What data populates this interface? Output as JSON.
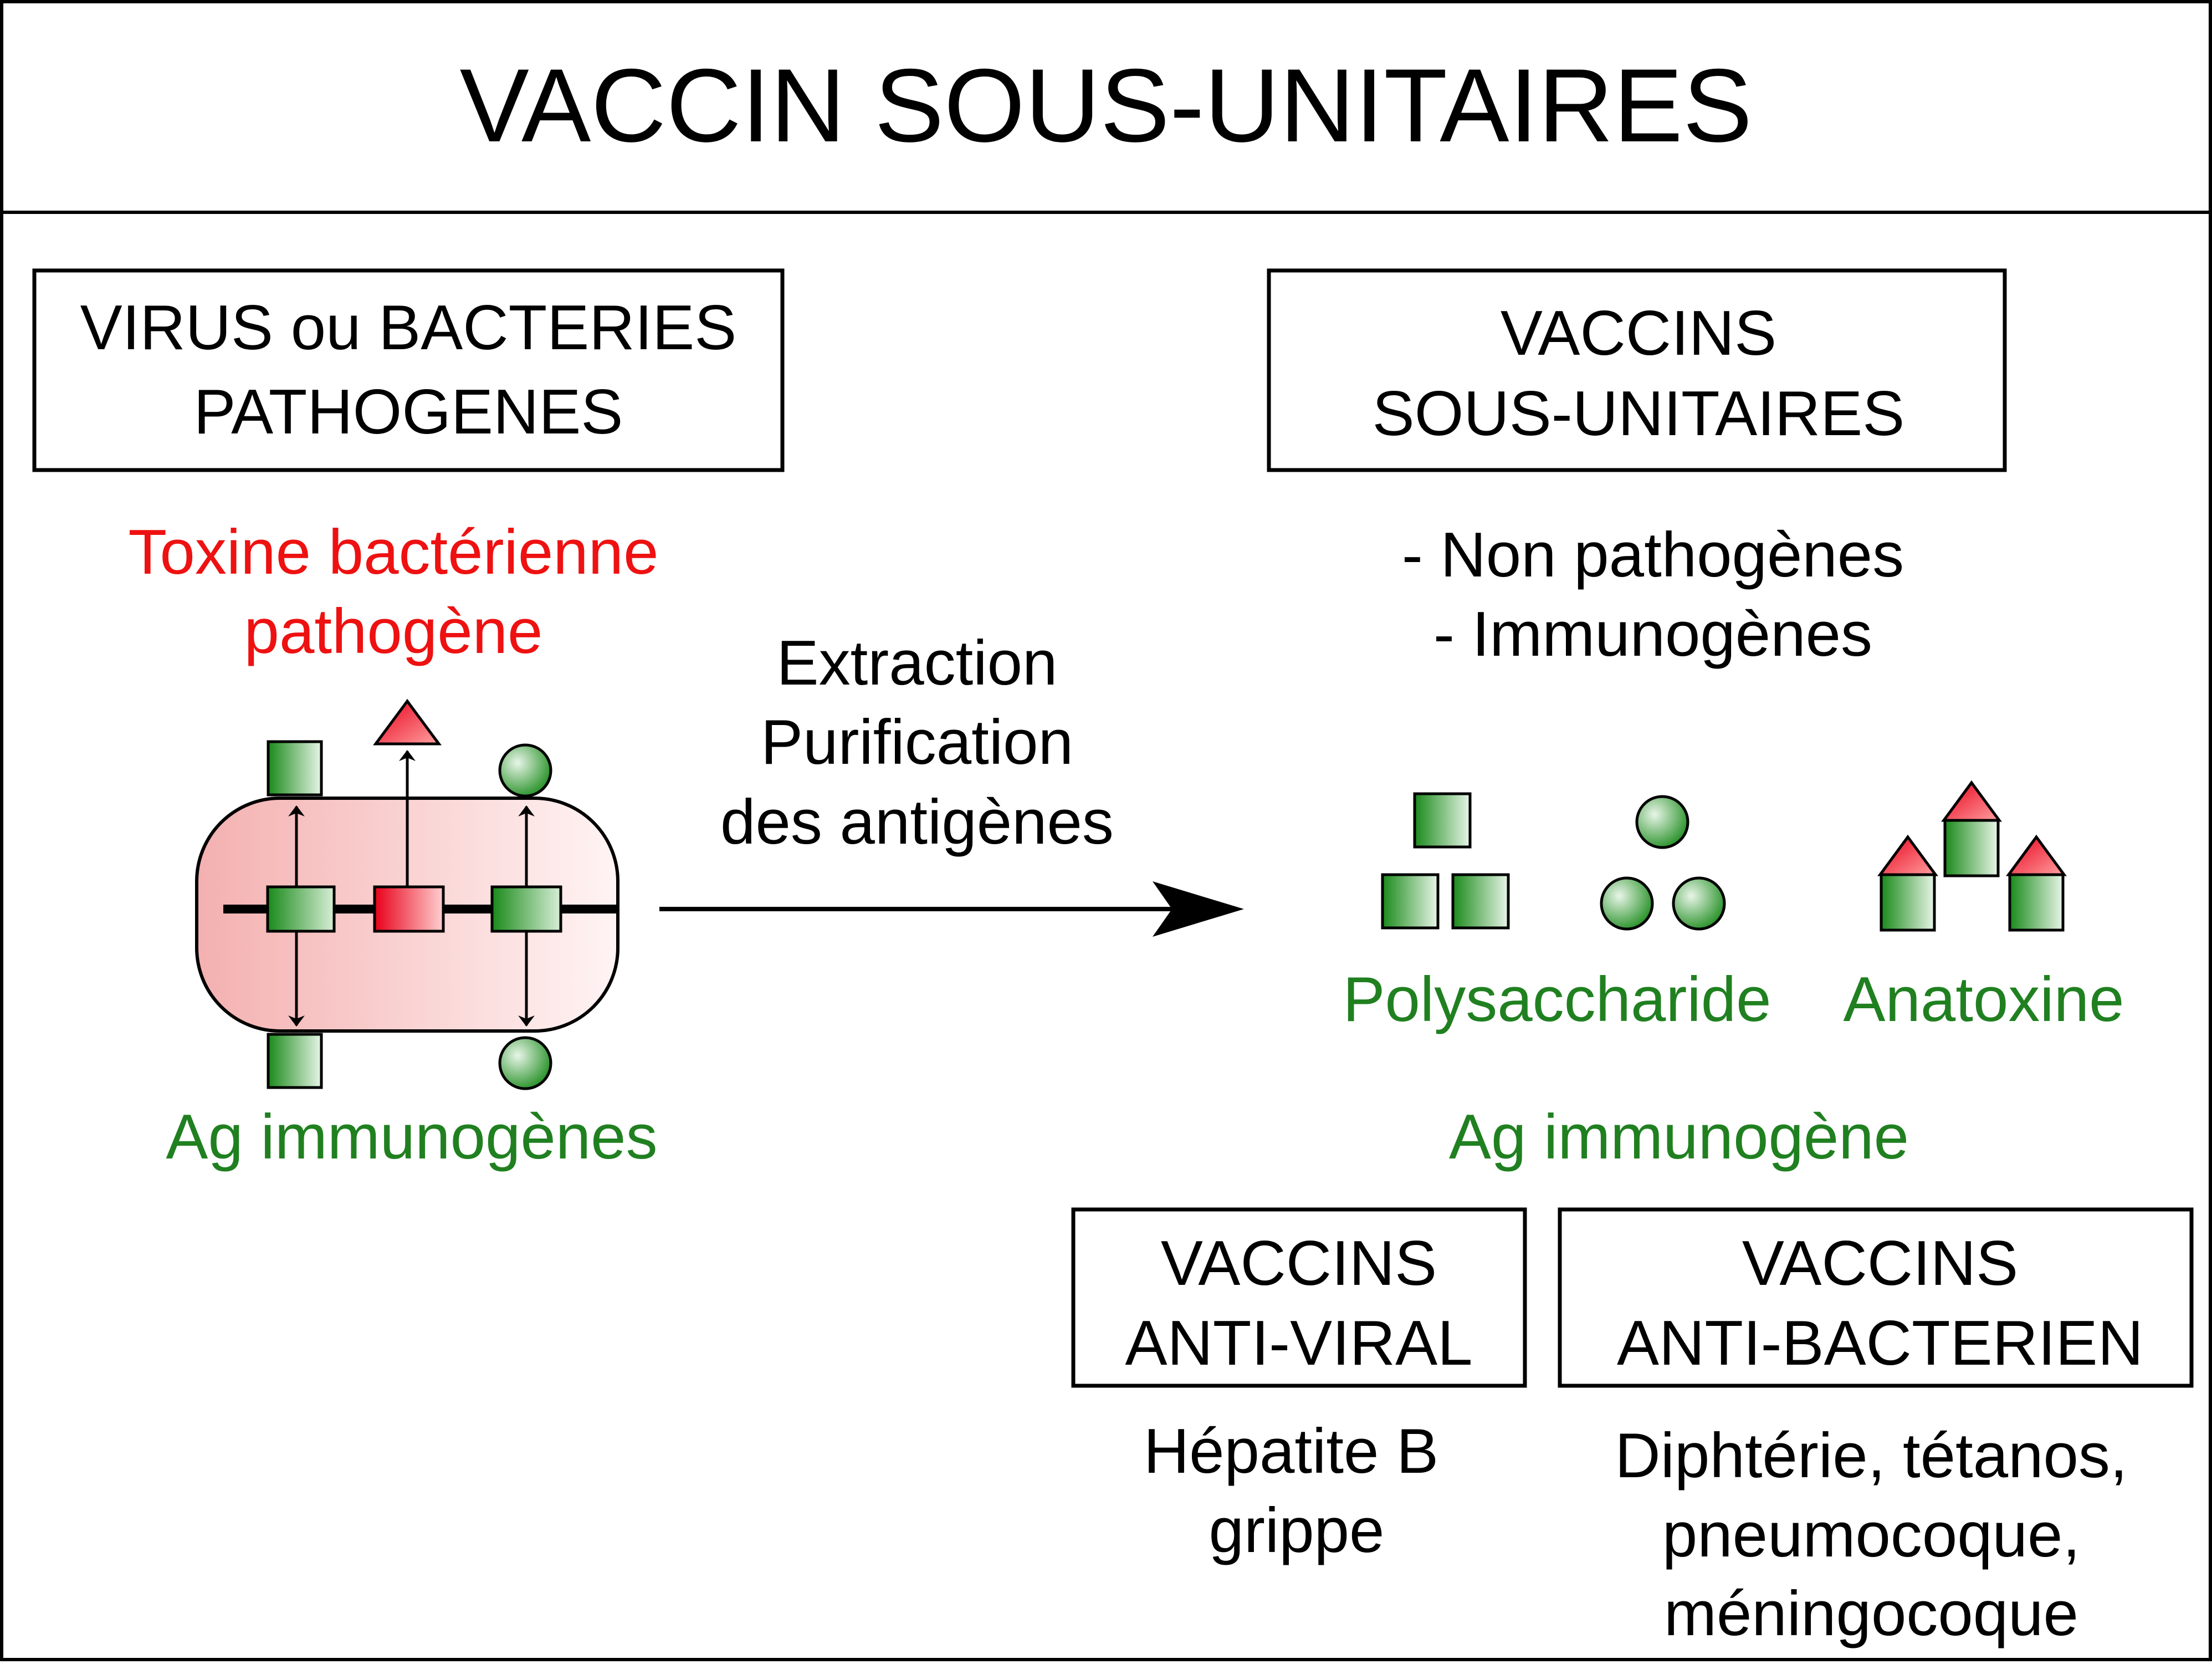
{
  "title": "VACCIN SOUS-UNITAIRES",
  "left_box": {
    "line1": "VIRUS ou BACTERIES",
    "line2": "PATHOGENES"
  },
  "toxin_label": {
    "line1": "Toxine bactérienne",
    "line2": "pathogène"
  },
  "left_ag_label": "Ag immunogènes",
  "process": {
    "line1": "Extraction",
    "line2": "Purification",
    "line3": "des antigènes"
  },
  "right_box": {
    "line1": "VACCINS",
    "line2": "SOUS-UNITAIRES"
  },
  "properties": {
    "line1": "- Non pathogènes",
    "line2": "- Immunogènes"
  },
  "polysaccharide_label": "Polysaccharide",
  "anatoxine_label": "Anatoxine",
  "right_ag_label": "Ag immunogène",
  "antiviral_box": {
    "line1": "VACCINS",
    "line2": "ANTI-VIRAL"
  },
  "antibacterial_box": {
    "line1": "VACCINS",
    "line2": "ANTI-BACTERIEN"
  },
  "antiviral_examples": {
    "line1": "Hépatite B",
    "line2": "grippe"
  },
  "antibacterial_examples": {
    "line1": "Diphtérie, tétanos,",
    "line2": "pneumocoque,",
    "line3": "méningocoque"
  },
  "colors": {
    "green_text": "#208020",
    "red_text": "#ee1111",
    "green_fill": "#1e8a1e",
    "red_fill": "#e8001a",
    "cell_fill": "#f5b6b6"
  }
}
